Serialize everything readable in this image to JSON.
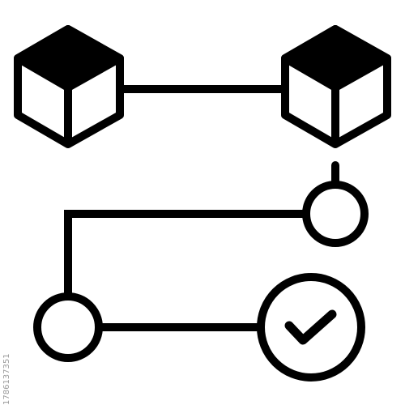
{
  "icon": {
    "name": "blockchain-workflow-icon",
    "colors": {
      "stroke": "#000000",
      "background": "#ffffff",
      "fill_light": "#ffffff"
    }
  },
  "blocks": [
    {
      "name": "cube-icon"
    },
    {
      "name": "cube-icon"
    }
  ],
  "nodes": [
    {
      "name": "node-circle"
    },
    {
      "name": "node-circle"
    },
    {
      "name": "check-circle-icon"
    }
  ],
  "watermark": {
    "text": "1786137351"
  }
}
